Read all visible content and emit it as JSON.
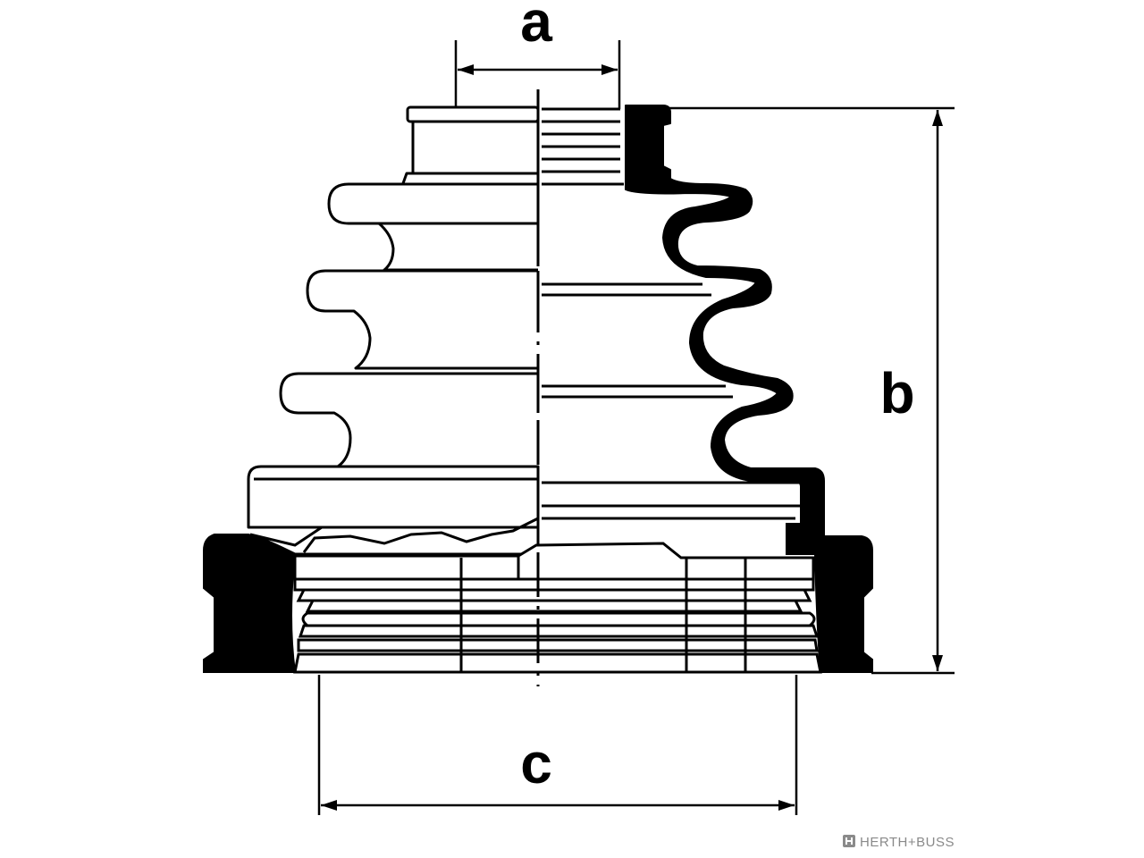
{
  "labels": {
    "a": "a",
    "b": "b",
    "c": "c"
  },
  "brand": {
    "text": "HERTH+BUSS"
  },
  "colors": {
    "line": "#000000",
    "fill": "#ffffff",
    "brand": "#8a8a8a"
  }
}
